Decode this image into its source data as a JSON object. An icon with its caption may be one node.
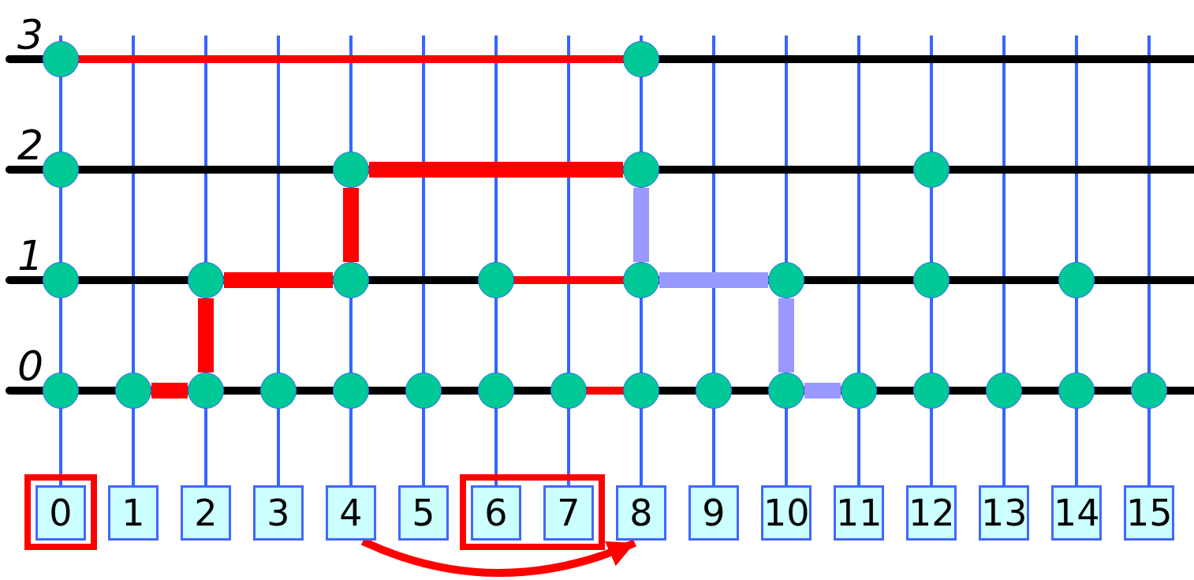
{
  "diagram": {
    "nodes": [
      {
        "text": [],
        "shape": "circle"
      },
      {
        "text": [],
        "shape": "circle"
      },
      {
        "text": [],
        "shape": "circle"
      },
      {
        "text": [],
        "shape": "circle"
      },
      {
        "text": [],
        "shape": "circle"
      },
      {
        "text": [],
        "shape": "circle"
      },
      {
        "text": [],
        "shape": "circle"
      },
      {
        "text": [],
        "shape": "circle"
      },
      {
        "text": [],
        "shape": "circle"
      },
      {
        "text": [],
        "shape": "circle"
      },
      {
        "text": [],
        "shape": "circle"
      },
      {
        "text": [],
        "shape": "circle"
      },
      {
        "text": [],
        "shape": "circle"
      },
      {
        "text": [],
        "shape": "circle"
      },
      {
        "text": [],
        "shape": "circle"
      },
      {
        "text": [],
        "shape": "circle"
      },
      {
        "text": [],
        "shape": "circle"
      },
      {
        "text": [],
        "shape": "circle"
      },
      {
        "text": [],
        "shape": "circle"
      },
      {
        "text": [],
        "shape": "circle"
      },
      {
        "text": [],
        "shape": "circle"
      },
      {
        "text": [],
        "shape": "circle"
      },
      {
        "text": [],
        "shape": "circle"
      },
      {
        "text": [],
        "shape": "circle"
      },
      {
        "text": [],
        "shape": "circle"
      },
      {
        "text": [],
        "shape": "circle"
      },
      {
        "text": [],
        "shape": "circle"
      },
      {
        "text": [],
        "shape": "circle"
      },
      {
        "text": [],
        "shape": "circle"
      },
      {
        "text": [],
        "shape": "circle"
      },
      {
        "text": [
          "0"
        ]
      },
      {
        "text": [
          "1"
        ]
      },
      {
        "text": [
          "2"
        ]
      },
      {
        "text": [
          "3"
        ]
      },
      {
        "text": [
          "4"
        ]
      },
      {
        "text": [
          "5"
        ]
      },
      {
        "text": [
          "6"
        ]
      },
      {
        "text": [
          "7"
        ]
      },
      {
        "text": [
          "8"
        ]
      },
      {
        "text": [
          "9"
        ]
      },
      {
        "text": [
          "10"
        ]
      },
      {
        "text": [
          "11"
        ]
      },
      {
        "text": [
          "12"
        ]
      },
      {
        "text": [
          "13"
        ]
      },
      {
        "text": [
          "14"
        ]
      },
      {
        "text": [
          "15"
        ]
      }
    ],
    "edges": [
      {
        "from": 0,
        "to": 1,
        "arrow": "none",
        "color": "#ff0000"
      },
      {
        "from": 9,
        "to": 10,
        "arrow": "none",
        "color": "#ff0000"
      },
      {
        "from": 21,
        "to": 22,
        "arrow": "none",
        "color": "#ff0000"
      },
      {
        "from": 15,
        "to": 16,
        "arrow": "none",
        "color": "#ff0000"
      },
      {
        "from": 16,
        "to": 7,
        "arrow": "none",
        "color": "#ff0000"
      },
      {
        "from": 7,
        "to": 8,
        "arrow": "none",
        "color": "#ff0000"
      },
      {
        "from": 8,
        "to": 3,
        "arrow": "none",
        "color": "#ff0000"
      },
      {
        "from": 3,
        "to": 4,
        "arrow": "none",
        "color": "#ff0000"
      },
      {
        "from": 4,
        "to": 10,
        "arrow": "none",
        "color": "#9999ff"
      },
      {
        "from": 10,
        "to": 11,
        "arrow": "none",
        "color": "#9999ff"
      },
      {
        "from": 11,
        "to": 24,
        "arrow": "none",
        "color": "#9999ff"
      },
      {
        "from": 24,
        "to": 25,
        "arrow": "none",
        "color": "#9999ff"
      },
      {
        "from": 34,
        "to": 38,
        "arrow": "to",
        "color": "#ff0000"
      }
    ],
    "labels": [
      "3",
      "2",
      "1",
      "0"
    ]
  }
}
